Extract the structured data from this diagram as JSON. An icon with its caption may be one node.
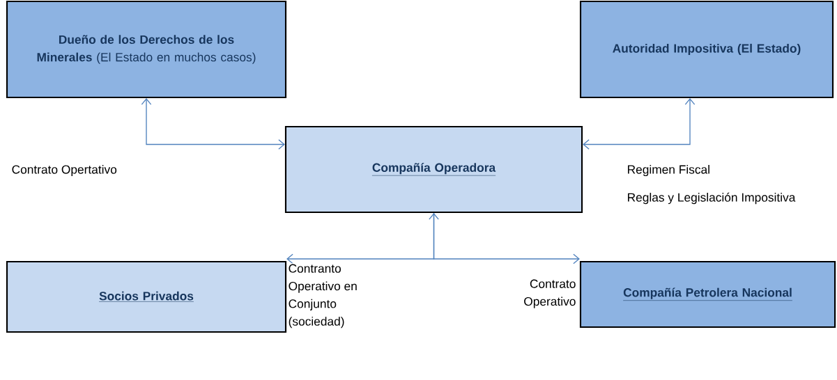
{
  "diagram": {
    "nodes": [
      {
        "text": [
          "**Dueño de los Derechos de los Minerales** (El Estado en muchos casos)"
        ]
      },
      {
        "text": [
          "Autoridad Impositiva (El Estado)"
        ]
      },
      {
        "text": [
          "Compañía Operadora"
        ]
      },
      {
        "text": [
          "Socios Privados"
        ]
      },
      {
        "text": [
          "Compañía Petrolera Nacional"
        ]
      }
    ],
    "edges": [
      {
        "from": 0,
        "to": 2,
        "arrow": "both",
        "label": "Contrato Opertativo"
      },
      {
        "from": 1,
        "to": 2,
        "arrow": "both",
        "label": "Regimen Fiscal"
      },
      {
        "from": 3,
        "to": 2,
        "arrow": "both",
        "label": "Contranto Operativo en Conjunto (sociedad)"
      },
      {
        "from": 2,
        "to": 4,
        "arrow": "to",
        "label": "Contrato Operativo"
      }
    ],
    "labels": [
      "Reglas y Legislación Impositiva"
    ]
  }
}
